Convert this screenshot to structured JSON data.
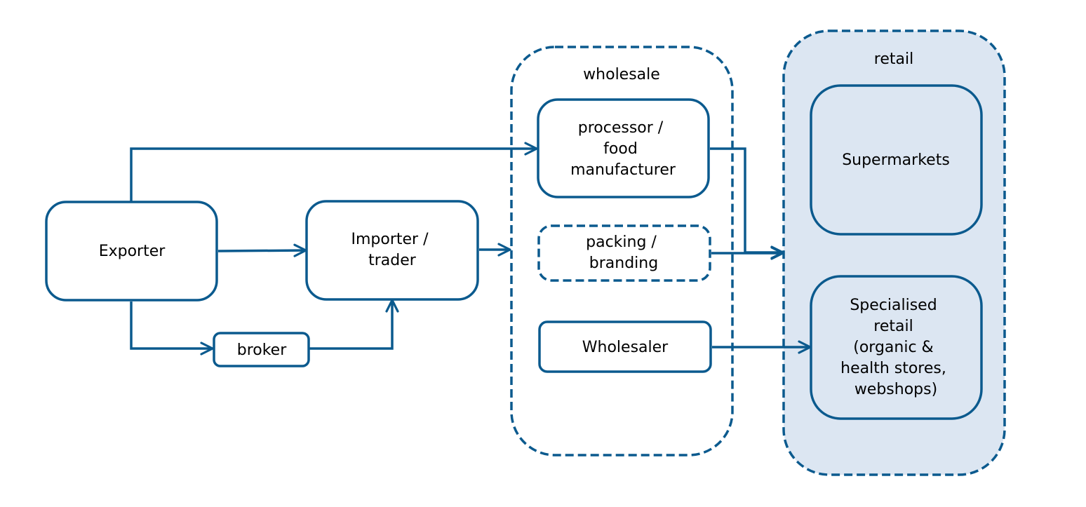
{
  "colors": {
    "stroke": "#0b5a8e",
    "retail_fill": "#dce6f2",
    "background": "#ffffff",
    "text": "#000000"
  },
  "groups": {
    "wholesale": {
      "label": "wholesale"
    },
    "retail": {
      "label": "retail"
    }
  },
  "nodes": {
    "exporter": {
      "lines": [
        "Exporter"
      ]
    },
    "importer": {
      "lines": [
        "Importer /",
        "trader"
      ]
    },
    "broker": {
      "lines": [
        "broker"
      ]
    },
    "processor": {
      "lines": [
        "processor /",
        "food",
        "manufacturer"
      ]
    },
    "packing": {
      "lines": [
        "packing /",
        "branding"
      ]
    },
    "wholesaler": {
      "lines": [
        "Wholesaler"
      ]
    },
    "supermarkets": {
      "lines": [
        "Supermarkets"
      ]
    },
    "specialised": {
      "lines": [
        "Specialised",
        "retail",
        "(organic &",
        "health stores,",
        "webshops)"
      ]
    }
  },
  "edges": [
    {
      "from": "exporter",
      "to": "importer"
    },
    {
      "from": "exporter",
      "to": "processor"
    },
    {
      "from": "exporter",
      "to": "broker"
    },
    {
      "from": "broker",
      "to": "importer"
    },
    {
      "from": "importer",
      "to": "wholesale"
    },
    {
      "from": "processor",
      "to": "retail"
    },
    {
      "from": "packing",
      "to": "retail"
    },
    {
      "from": "wholesaler",
      "to": "specialised"
    }
  ]
}
